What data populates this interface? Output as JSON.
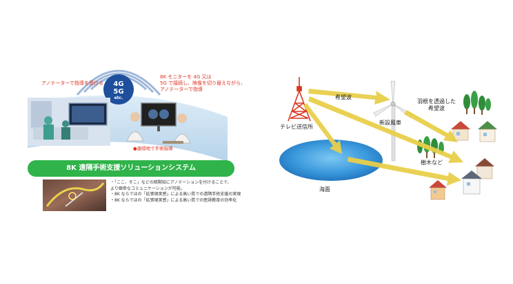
{
  "left": {
    "annotator_note": "アノテーターで指導を受ける",
    "network_badge": {
      "line1": "4G",
      "line2": "5G",
      "line3": "etc."
    },
    "monitor_note": [
      "8K モニターを 4G 又は",
      "5G で接続し、映像を切り替えながら、",
      "アノテーターで指導"
    ],
    "remote_label": "●遠隔地で手術指導",
    "system_title": "8K 遠隔手術支援ソリューションシステム",
    "bullets": [
      "・「ここ、そこ」などの暗黙知にアノテーションを付けることで、",
      "  より緻密なコミュニケーションが可能。",
      "・8K ならではの「拡張現実感」による高い質での遠隔手術支援の実現",
      "・8K ならではの「拡張現実感」による高い質での医師教育の効率化"
    ]
  },
  "right": {
    "labels": {
      "tv_station": "テレビ送信所",
      "desired_wave": "希望波",
      "wind_turbine": "新設風車",
      "through_blades": [
        "羽根を透過した",
        "希望波"
      ],
      "trees": "樹木など",
      "sea": "海面"
    }
  },
  "colors": {
    "accent_red": "#e0301e",
    "green_bar": "#2fb34a",
    "arrow_yellow": "#e8cf4a",
    "sea_blue": "#2f8fd6",
    "tower_red": "#d9361f"
  }
}
